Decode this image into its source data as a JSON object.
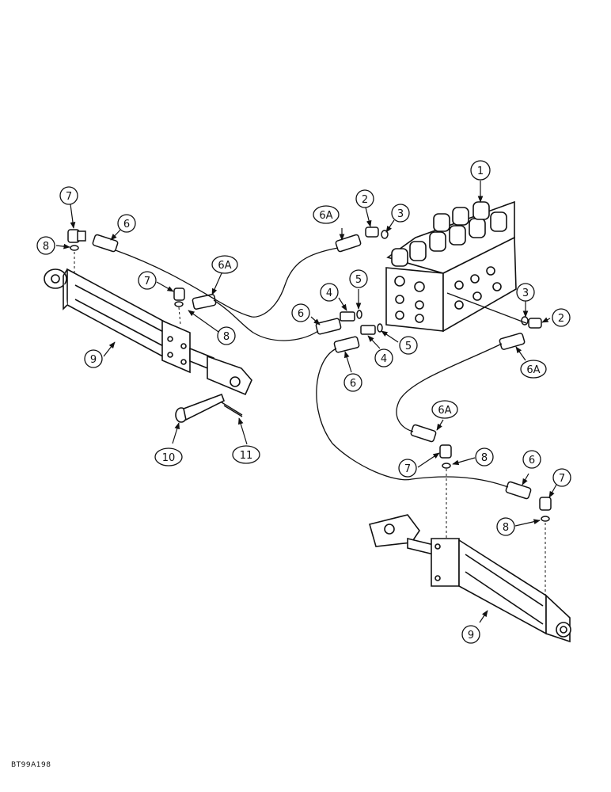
{
  "diagram": {
    "reference_code": "BT99A198",
    "callouts": {
      "c1": "1",
      "c2a": "2",
      "c2b": "2",
      "c3a": "3",
      "c3b": "3",
      "c4a": "4",
      "c4b": "4",
      "c5a": "5",
      "c5b": "5",
      "c6a": "6",
      "c6b": "6",
      "c6c": "6",
      "c6d": "6",
      "c6Aa": "6A",
      "c6Ab": "6A",
      "c6Ac": "6A",
      "c6Ad": "6A",
      "c7a": "7",
      "c7b": "7",
      "c7c": "7",
      "c7d": "7",
      "c8a": "8",
      "c8b": "8",
      "c8c": "8",
      "c8d": "8",
      "c9a": "9",
      "c9b": "9",
      "c10": "10",
      "c11": "11"
    }
  }
}
